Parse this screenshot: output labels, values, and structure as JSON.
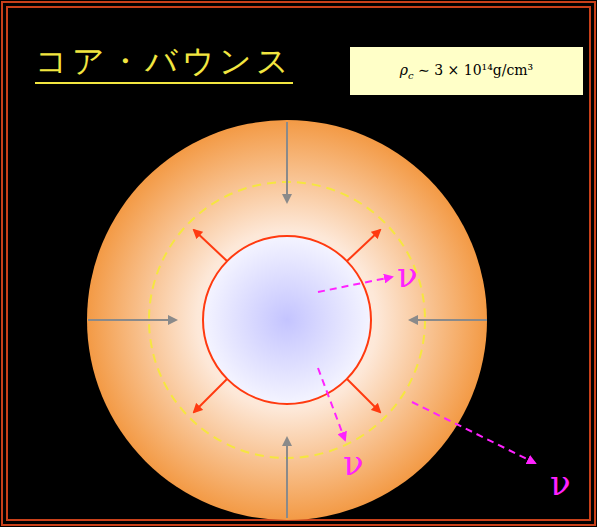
{
  "diagram": {
    "title": "コア・バウンス",
    "nodes": [
      {
        "text": [
          "ρc ∼ 3 × 10¹⁴g/cm³"
        ]
      }
    ],
    "labels": [
      "ν",
      "ν",
      "ν"
    ]
  }
}
